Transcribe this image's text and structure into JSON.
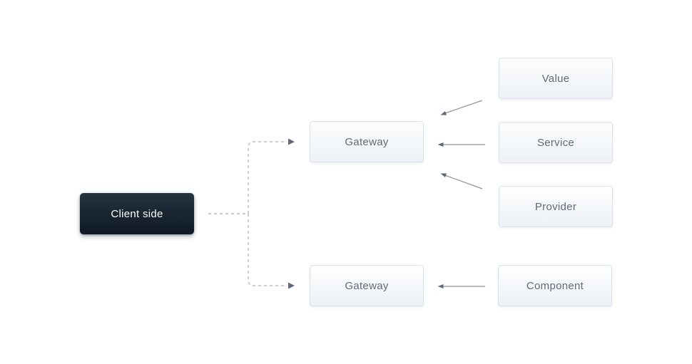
{
  "diagram": {
    "description": "Client side connecting through two Gateway nodes to Value, Service, Provider and Component nodes",
    "nodes": {
      "client_side": {
        "label": "Client side",
        "style": "dark"
      },
      "gateway_top": {
        "label": "Gateway",
        "style": "light"
      },
      "gateway_bottom": {
        "label": "Gateway",
        "style": "light"
      },
      "value": {
        "label": "Value",
        "style": "light"
      },
      "service": {
        "label": "Service",
        "style": "light"
      },
      "provider": {
        "label": "Provider",
        "style": "light"
      },
      "component": {
        "label": "Component",
        "style": "light"
      }
    },
    "edges": [
      {
        "from": "client_side",
        "to": "gateway_top",
        "style": "dashed-arrow"
      },
      {
        "from": "client_side",
        "to": "gateway_bottom",
        "style": "dashed-arrow"
      },
      {
        "from": "value",
        "to": "gateway_top",
        "style": "solid-arrow"
      },
      {
        "from": "service",
        "to": "gateway_top",
        "style": "solid-arrow"
      },
      {
        "from": "provider",
        "to": "gateway_top",
        "style": "solid-arrow"
      },
      {
        "from": "component",
        "to": "gateway_bottom",
        "style": "solid-arrow"
      }
    ],
    "colors": {
      "background": "#ffffff",
      "dark_node_top": "#243342",
      "dark_node_bottom": "#101b26",
      "dark_node_text": "#ffffff",
      "light_node_top": "#fdfefe",
      "light_node_bottom": "#edf1f6",
      "light_node_border": "#d9e1e9",
      "light_node_text": "#5e6b79",
      "solid_connector": "#8b95a0",
      "dashed_connector": "#c9ced6",
      "arrowhead": "#5f6b78"
    }
  }
}
